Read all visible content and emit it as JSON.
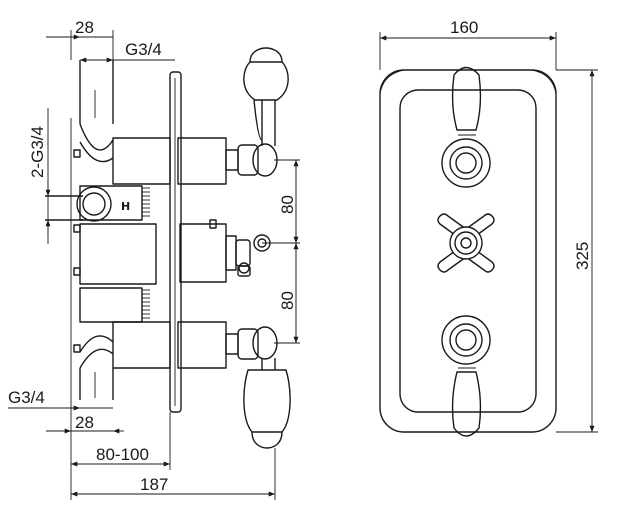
{
  "side_view": {
    "dim_top_width": "28",
    "dim_top_thread": "G3/4",
    "dim_outlets": "2-G3/4",
    "dim_spacing_upper": "80",
    "dim_spacing_lower": "80",
    "dim_bottom_thread": "G3/4",
    "dim_bottom_width": "28",
    "dim_depth_range": "80-100",
    "dim_total_depth": "187",
    "hot_marker": "H"
  },
  "front_view": {
    "dim_width": "160",
    "dim_height": "325"
  }
}
